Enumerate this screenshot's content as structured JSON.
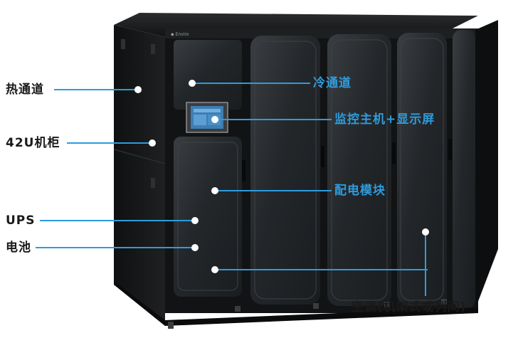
{
  "labels": {
    "hot_aisle": "热通道",
    "cabinet_42u": "42U机柜",
    "ups": "UPS",
    "battery": "电池",
    "cold_aisle": "冷通道",
    "monitor_host": "监控主机+显示屏",
    "power_module": "配电模块",
    "air_conditioner": "空调(机架式或列间)"
  },
  "colors": {
    "callout_line": "#2f9bdc",
    "callout_dot": "#ffffff",
    "label_dark": "#1a1a1a",
    "label_blue": "#2f9bdc",
    "cabinet_body": "#151617",
    "glass_door": "#2a2d30"
  },
  "brand_mark": "logo"
}
